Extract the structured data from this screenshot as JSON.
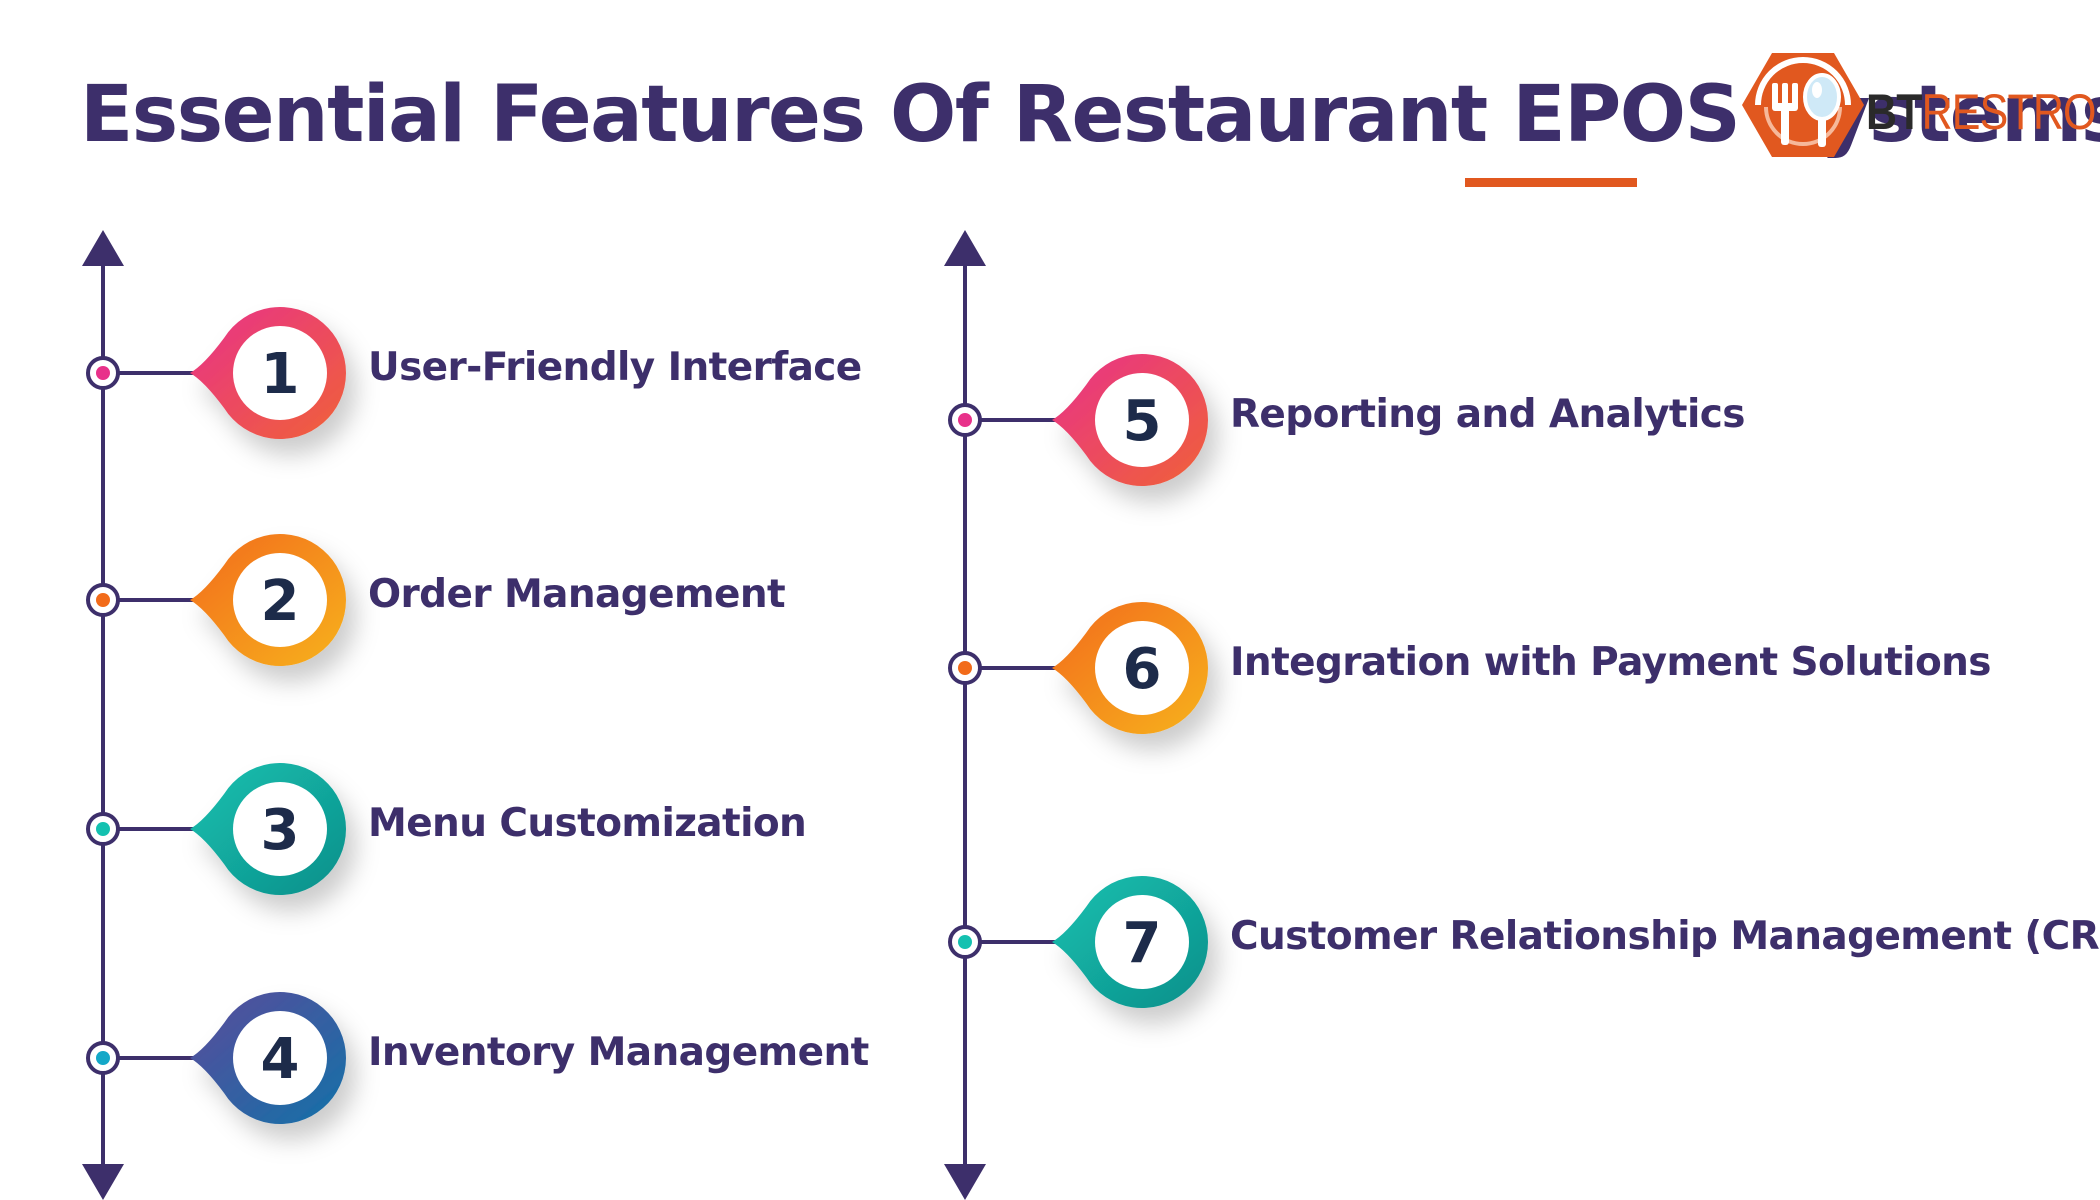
{
  "title": "Essential Features Of Restaurant EPOS Systems",
  "logo": {
    "brand_bt": "BT",
    "brand_rest": "RESTRO",
    "icon": "fork-spoon-icon"
  },
  "colors": {
    "title": "#3d2f6b",
    "accent": "#e1581f",
    "axis": "#3d2f6b",
    "number": "#1d2b4a",
    "pink_gradient": [
      "#e8318a",
      "#f06237"
    ],
    "orange_gradient": [
      "#f26b1a",
      "#f7b21c"
    ],
    "teal_gradient": [
      "#14c1b0",
      "#0f8f8a"
    ],
    "blue_gradient": [
      "#5b4a9b",
      "#1372a8"
    ]
  },
  "features": [
    {
      "number": "1",
      "label": "User-Friendly Interface",
      "color": "pink"
    },
    {
      "number": "2",
      "label": "Order Management",
      "color": "orange"
    },
    {
      "number": "3",
      "label": "Menu Customization",
      "color": "teal"
    },
    {
      "number": "4",
      "label": "Inventory Management",
      "color": "blue"
    },
    {
      "number": "5",
      "label": "Reporting and Analytics",
      "color": "pink"
    },
    {
      "number": "6",
      "label": "Integration with Payment Solutions",
      "color": "orange"
    },
    {
      "number": "7",
      "label": "Customer Relationship Management (CRM)",
      "color": "teal"
    }
  ]
}
